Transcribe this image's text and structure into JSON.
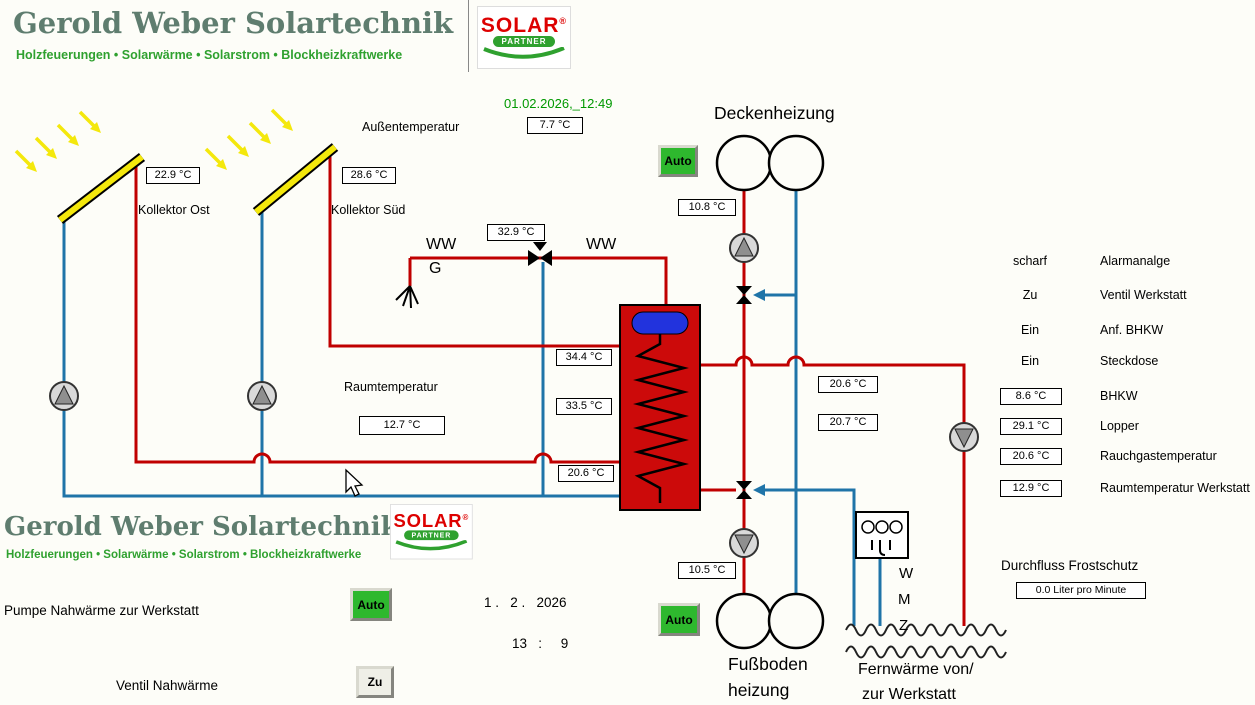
{
  "colors": {
    "pipeRed": "#c00000",
    "pipeBlue": "#1f74a8",
    "tankRed": "#cc0a0a",
    "tankBlue": "#2233dd",
    "autoGreen": "#2eb82e",
    "brandGreen": "#2fa12f",
    "brandTitle": "#5f7d6f",
    "datetimeGreen": "#009900",
    "collectorYellow": "#f4e80c",
    "solarRed": "#dd0000"
  },
  "brand": {
    "title": "Gerold Weber Solartechnik",
    "tagline": "Holzfeuerungen • Solarwärme • Solarstrom • Blockheizkraftwerke",
    "solar": "SOLAR",
    "partner": "PARTNER",
    "registered": "®"
  },
  "topbar": {
    "datetime": "01.02.2026,_12:49"
  },
  "labels": {
    "aussentemperatur": "Außentemperatur",
    "deckenheizung": "Deckenheizung",
    "kollektor_ost": "Kollektor Ost",
    "kollektor_sued": "Kollektor Süd",
    "ww1": "WW",
    "g": "G",
    "ww2": "WW",
    "raumtemperatur": "Raumtemperatur",
    "fussboden1": "Fußboden",
    "fussboden2": "heizung",
    "fernwaerme1": "Fernwärme von/",
    "fernwaerme2": "zur Werkstatt",
    "wmz1": "W",
    "wmz2": "M",
    "wmz3": "Z",
    "pumpe_nahwaerme": "Pumpe  Nahwärme zur Werkstatt",
    "ventil_nahwaerme": "Ventil Nahwärme"
  },
  "sensors": {
    "aussen": "7.7 °C",
    "kollektor_ost": "22.9 °C",
    "kollektor_sued": "28.6 °C",
    "warmwasser": "32.9 °C",
    "deckenheizung_vorlauf": "10.8 °C",
    "speicher_oben": "34.4 °C",
    "speicher_mitte": "33.5 °C",
    "speicher_unten": "20.6 °C",
    "raum": "12.7 °C",
    "heizkreis_1": "20.6 °C",
    "heizkreis_2": "20.7 °C",
    "fussboden_vorlauf": "10.5 °C"
  },
  "buttons": {
    "auto": "Auto",
    "zu": "Zu"
  },
  "status_rows": [
    {
      "state": "scharf",
      "label": "Alarmanalge"
    },
    {
      "state": "Zu",
      "label": "Ventil Werkstatt"
    },
    {
      "state": "Ein",
      "label": "Anf. BHKW"
    },
    {
      "state": "Ein",
      "label": "Steckdose"
    }
  ],
  "meter_rows": [
    {
      "value": "8.6 °C",
      "label": "BHKW"
    },
    {
      "value": "29.1 °C",
      "label": "Lopper"
    },
    {
      "value": "20.6 °C",
      "label": "Rauchgastemperatur"
    },
    {
      "value": "12.9 °C",
      "label": "Raumtemperatur Werkstatt"
    }
  ],
  "flow": {
    "label": "Durchfluss Frostschutz",
    "value": "0.0 Liter pro Minute"
  },
  "clock": {
    "date": "1 .   2 .   2026",
    "time": "13   :     9"
  }
}
